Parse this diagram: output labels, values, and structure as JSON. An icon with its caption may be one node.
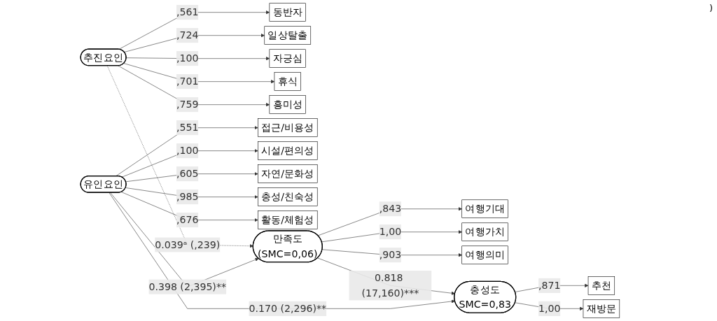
{
  "diagram": {
    "nodes": [
      {
        "text": [
          "동반자"
        ]
      },
      {
        "text": [
          "일상탈출"
        ]
      },
      {
        "text": [
          "자긍심"
        ]
      },
      {
        "text": [
          "휴식"
        ]
      },
      {
        "text": [
          "흥미성"
        ]
      },
      {
        "text": [
          "추진요인"
        ]
      },
      {
        "text": [
          "접근/비용성"
        ]
      },
      {
        "text": [
          "시설/편의성"
        ]
      },
      {
        "text": [
          "자연/문화성"
        ]
      },
      {
        "text": [
          "충성/친숙성"
        ]
      },
      {
        "text": [
          "활동/체험성"
        ]
      },
      {
        "text": [
          "유인요인"
        ]
      },
      {
        "text": [
          "여행기대"
        ]
      },
      {
        "text": [
          "여행가치"
        ]
      },
      {
        "text": [
          "여행의미"
        ]
      },
      {
        "text": [
          "만족도",
          "(SMC=0,06)"
        ]
      },
      {
        "text": [
          "추천"
        ]
      },
      {
        "text": [
          "충성도",
          "SMC=0,83"
        ]
      },
      {
        "text": [
          "재방문"
        ]
      }
    ],
    "edges": [
      {
        "from": 5,
        "to": 0,
        "arrow": "to",
        "label": ",561"
      },
      {
        "from": 5,
        "to": 1,
        "arrow": "to",
        "label": ",724"
      },
      {
        "from": 5,
        "to": 2,
        "arrow": "to",
        "label": ",100"
      },
      {
        "from": 5,
        "to": 3,
        "arrow": "to",
        "label": ",701"
      },
      {
        "from": 5,
        "to": 4,
        "arrow": "to",
        "label": ",759"
      },
      {
        "from": 11,
        "to": 6,
        "arrow": "to",
        "label": ",551"
      },
      {
        "from": 11,
        "to": 7,
        "arrow": "to",
        "label": ",100"
      },
      {
        "from": 11,
        "to": 8,
        "arrow": "to",
        "label": ",605"
      },
      {
        "from": 11,
        "to": 9,
        "arrow": "to",
        "label": ",985"
      },
      {
        "from": 11,
        "to": 10,
        "arrow": "to",
        "label": ",676"
      },
      {
        "from": 15,
        "to": 12,
        "arrow": "to",
        "label": ",843"
      },
      {
        "from": 15,
        "to": 13,
        "arrow": "to",
        "label": "1,00"
      },
      {
        "from": 15,
        "to": 14,
        "arrow": "to",
        "label": ",903"
      },
      {
        "from": 5,
        "to": 15,
        "arrow": "to",
        "label": "0.039ᵃ (,239)",
        "style": "dashed"
      },
      {
        "from": 11,
        "to": 15,
        "arrow": "to",
        "label": "0.398 (2,395)**"
      },
      {
        "from": 15,
        "to": 17,
        "arrow": "to",
        "label": "0.818 (17,160)***"
      },
      {
        "from": 11,
        "to": 17,
        "arrow": "to",
        "label": "0.170 (2,296)**"
      },
      {
        "from": 17,
        "to": 16,
        "arrow": "to",
        "label": ",871"
      },
      {
        "from": 17,
        "to": 18,
        "arrow": "to",
        "label": "1,00"
      }
    ],
    "labels": [
      ")"
    ]
  }
}
